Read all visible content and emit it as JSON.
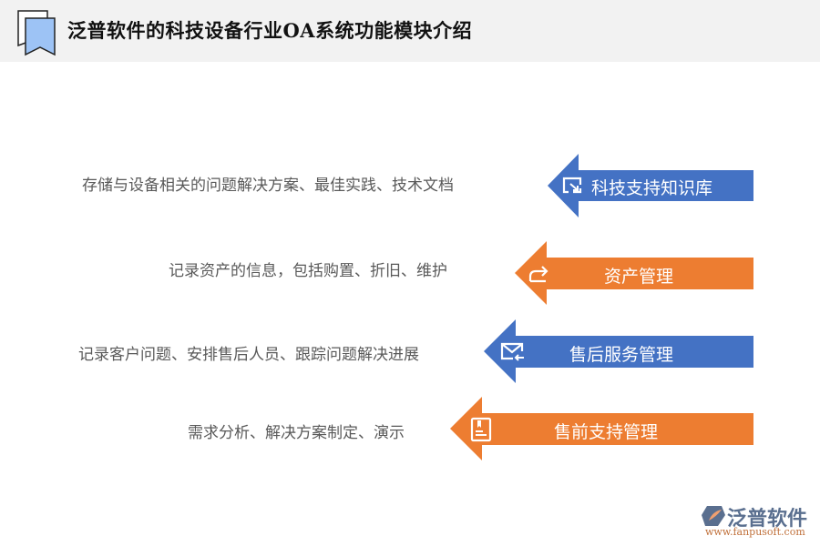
{
  "header": {
    "title": "泛普软件的科技设备行业OA系统功能模块介绍",
    "icon": "bookmark-icon"
  },
  "modules": [
    {
      "label": "科技支持知识库",
      "description": "存储与设备相关的问题解决方案、最佳实践、技术文档",
      "icon": "screen-share-icon",
      "color": "#4472c4"
    },
    {
      "label": "资产管理",
      "description": "记录资产的信息，包括购置、折旧、维护",
      "icon": "share-arrow-icon",
      "color": "#ed7d31"
    },
    {
      "label": "售后服务管理",
      "description": "记录客户问题、安排售后人员、跟踪问题解决进展",
      "icon": "mail-reply-icon",
      "color": "#4472c4"
    },
    {
      "label": "售前支持管理",
      "description": "需求分析、解决方案制定、演示",
      "icon": "document-icon",
      "color": "#ed7d31"
    }
  ],
  "logo": {
    "name": "泛普软件",
    "url": "www.fanpusoft.com"
  }
}
